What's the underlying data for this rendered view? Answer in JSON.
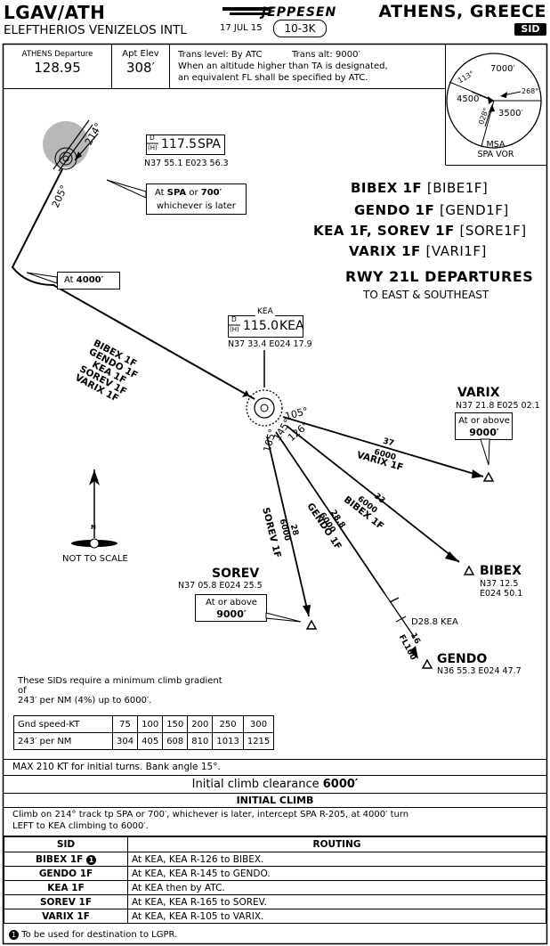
{
  "header": {
    "airport_id": "LGAV/ATH",
    "airport_name": "ELEFTHERIOS VENIZELOS INTL",
    "date": "17 JUL 15",
    "chart_id": "10-3K",
    "city": "ATHENS, GREECE",
    "chart_type": "SID",
    "logo": "JEPPESEN"
  },
  "info": {
    "departure_label": "ATHENS Departure",
    "departure_freq": "128.95",
    "apt_elev_label": "Apt Elev",
    "apt_elev": "308′",
    "trans_level": "Trans level: By ATC",
    "trans_alt": "Trans alt: 9000′",
    "trans_note_1": "When an altitude higher than TA is designated,",
    "trans_note_2": "an equivalent FL shall be specified by ATC."
  },
  "msa": {
    "label": "MSA",
    "sublabel": "SPA VOR",
    "sector_north": "7000′",
    "sector_west": "4500′",
    "sector_south": "3500′",
    "bearing_1": "113°",
    "bearing_2": "268°",
    "bearing_3": "028°"
  },
  "titles": {
    "line1": "BIBEX 1F",
    "line1_code": "[BIBE1F]",
    "line2": "GENDO 1F",
    "line2_code": "[GEND1F]",
    "line3": "KEA 1F, SOREV 1F",
    "line3_code": "[SORE1F]",
    "line4": "VARIX 1F",
    "line4_code": "[VARI1F]",
    "line5": "RWY 21L DEPARTURES",
    "line6": "TO EAST & SOUTHEAST"
  },
  "navaids": {
    "spa_dh": "D",
    "spa_h": "(H)",
    "spa_freq": "117.5",
    "spa_ident": "SPA",
    "spa_coords": "N37 55.1 E023 56.3",
    "kea_name": "KEA",
    "kea_dh": "D",
    "kea_h": "(H)",
    "kea_freq": "115.0",
    "kea_ident": "KEA",
    "kea_coords": "N37 33.4 E024 17.9"
  },
  "callouts": {
    "spa_at": "At",
    "spa_spa": "SPA",
    "spa_or": "or",
    "spa_alt": "700′",
    "spa_later": "whichever is later",
    "at_4000_at": "At",
    "at_4000_alt": "4000′"
  },
  "courses": {
    "c214": "214°",
    "c205": "205°",
    "c105": "105°",
    "c126": "126°",
    "c145": "145°",
    "c165": "165°",
    "varix_dist": "37",
    "varix_alt": "6000",
    "varix_name": "VARIX 1F",
    "bibex_dist": "33",
    "bibex_alt": "6000",
    "bibex_name": "BIBEX 1F",
    "gendo_dist": "28.8",
    "gendo_alt": "6000",
    "gendo_name": "GENDO 1F",
    "sorev_dist": "28",
    "sorev_alt": "6000",
    "sorev_name": "SOREV 1F",
    "inbound_routes": [
      "BIBEX 1F",
      "GENDO 1F",
      "KEA 1F",
      "SOREV 1F",
      "VARIX 1F"
    ],
    "d288": "D28.8 KEA",
    "gendo_fl_dist": "16",
    "gendo_fl": "FL100"
  },
  "fixes": {
    "varix": "VARIX",
    "varix_coords": "N37 21.8 E025 02.1",
    "varix_restr_1": "At or above",
    "varix_restr_2": "9000′",
    "bibex": "BIBEX",
    "bibex_coords_1": "N37 12.5",
    "bibex_coords_2": "E024 50.1",
    "sorev": "SOREV",
    "sorev_coords": "N37 05.8 E024 25.5",
    "sorev_restr_1": "At or above",
    "sorev_restr_2": "9000′",
    "gendo": "GENDO",
    "gendo_coords": "N36 55.3 E024 47.7"
  },
  "not_to_scale": "NOT TO SCALE",
  "north": "N",
  "climb": {
    "note_1": "These SIDs require a minimum climb gradient",
    "note_2": "of",
    "note_3": "243′ per NM (4%) up to 6000′.",
    "row1_label": "Gnd speed-KT",
    "row1": [
      "75",
      "100",
      "150",
      "200",
      "250",
      "300"
    ],
    "row2_label": "243′ per NM",
    "row2": [
      "304",
      "405",
      "608",
      "810",
      "1013",
      "1215"
    ]
  },
  "bottom": {
    "speed_note": "MAX 210 KT for initial turns. Bank angle 15°.",
    "clearance_prefix": "Initial climb clearance",
    "clearance_alt": "6000′",
    "initial_climb_title": "INITIAL CLIMB",
    "initial_climb_1": "Climb on 214° track tp SPA or 700′, whichever is later, intercept SPA R-205, at 4000′ turn",
    "initial_climb_2": "LEFT to KEA climbing to 6000′.",
    "sid_header": "SID",
    "routing_header": "ROUTING",
    "rows": [
      {
        "sid": "BIBEX 1F",
        "note": "1",
        "routing": "At KEA, KEA R-126 to BIBEX."
      },
      {
        "sid": "GENDO 1F",
        "note": "",
        "routing": "At KEA, KEA R-145 to GENDO."
      },
      {
        "sid": "KEA 1F",
        "note": "",
        "routing": "At KEA then by ATC."
      },
      {
        "sid": "SOREV 1F",
        "note": "",
        "routing": "At KEA, KEA R-165 to SOREV."
      },
      {
        "sid": "VARIX 1F",
        "note": "",
        "routing": "At KEA, KEA R-105 to VARIX."
      }
    ],
    "footnote_mark": "1",
    "footnote": "To be used for destination to LGPR."
  }
}
